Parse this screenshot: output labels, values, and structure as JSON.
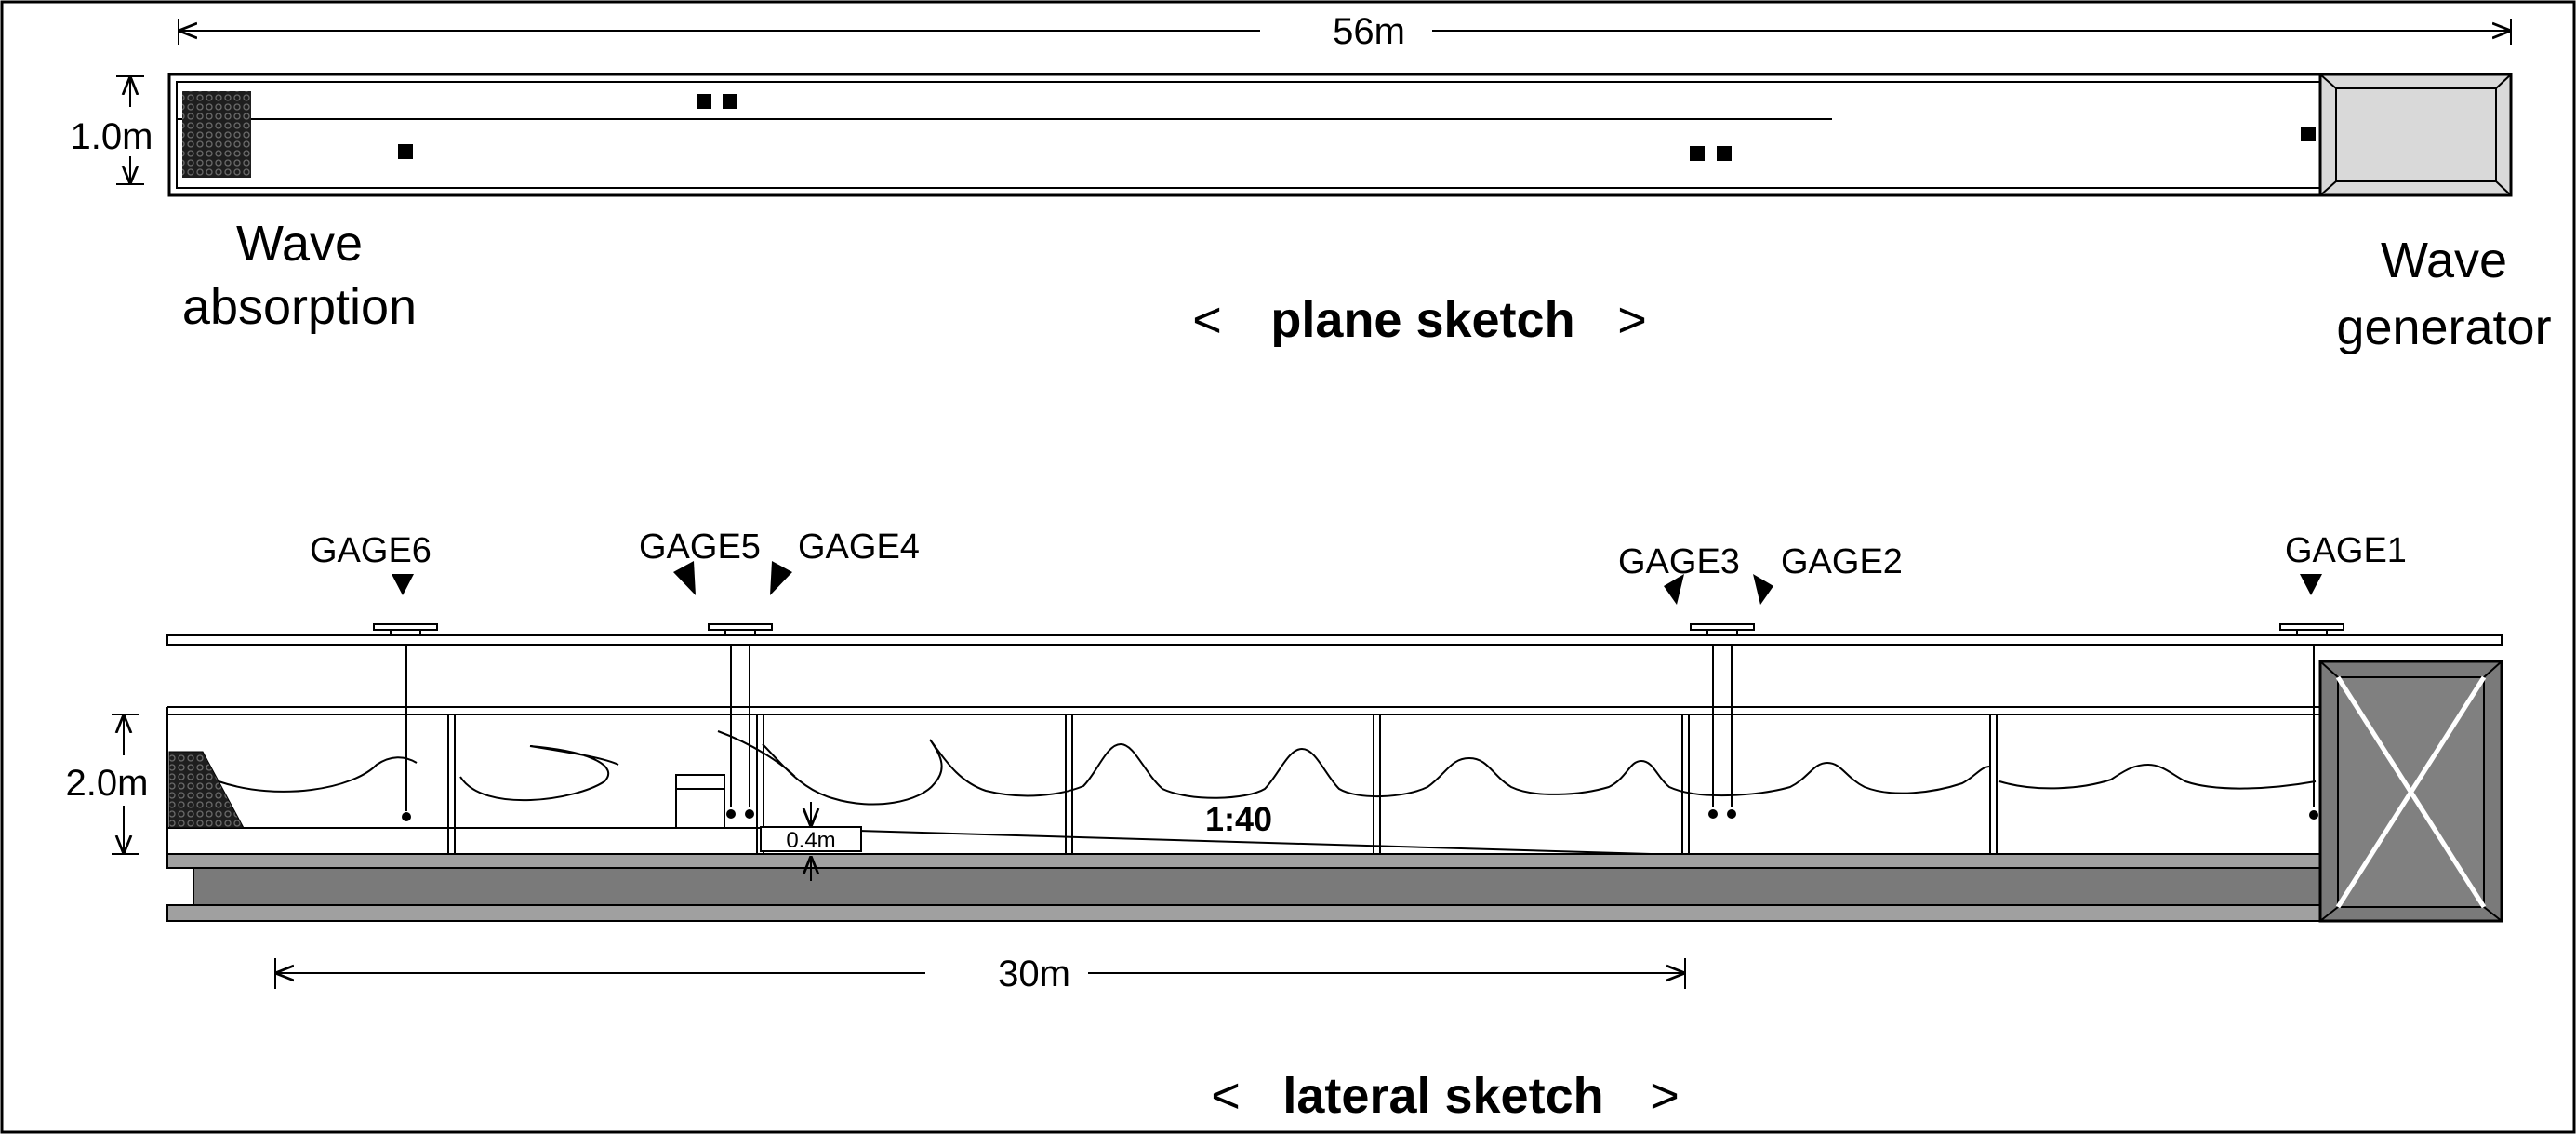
{
  "plane": {
    "length_label": "56m",
    "width_label": "1.0m",
    "absorption_line1": "Wave",
    "absorption_line2": "absorption",
    "generator_line1": "Wave",
    "generator_line2": "generator",
    "caption_left": "<",
    "caption_text": "plane sketch",
    "caption_right": ">"
  },
  "lateral": {
    "height_label": "2.0m",
    "gages": [
      "GAGE6",
      "GAGE5",
      "GAGE4",
      "GAGE3",
      "GAGE2",
      "GAGE1"
    ],
    "slope_label": "1:40",
    "step_label": "0.4m",
    "distance_label": "30m",
    "caption_left": "<",
    "caption_text": "lateral sketch",
    "caption_right": ">"
  },
  "colors": {
    "line": "#000000",
    "generator_fill": "#d9d9d9",
    "generator_dark": "#808080",
    "floor_gray": "#a0a0a0",
    "floor_dark": "#7a7a7a",
    "absorber": "#2a2a2a"
  }
}
